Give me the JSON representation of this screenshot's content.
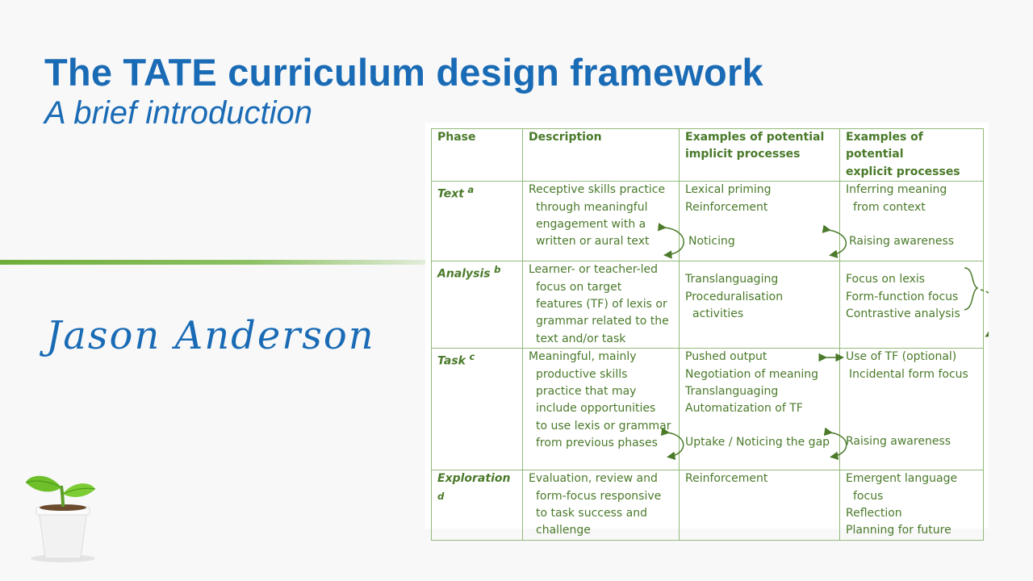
{
  "slide": {
    "title": "The TATE curriculum design framework",
    "subtitle": "A brief introduction",
    "author": "Jason Anderson"
  },
  "table": {
    "headers": {
      "phase": "Phase",
      "description": "Description",
      "implicit_line1": "Examples of potential",
      "implicit_line2": "implicit processes",
      "explicit_line1": "Examples of potential",
      "explicit_line2": "explicit processes"
    },
    "rows": [
      {
        "phase": "Text",
        "sup": "a",
        "description": [
          "Receptive skills practice",
          "through meaningful",
          "engagement with a",
          "written or aural text"
        ],
        "implicit": [
          "Lexical priming",
          "Reinforcement"
        ],
        "explicit": [
          "Inferring meaning",
          "from context"
        ]
      },
      {
        "phase": "Analysis",
        "sup": "b",
        "description": [
          "Learner- or teacher-led",
          "focus on target",
          "features (TF) of lexis or",
          "grammar related to the",
          "text and/or task"
        ],
        "implicit": [
          "Translanguaging",
          "Proceduralisation",
          "activities"
        ],
        "explicit": [
          "Focus on lexis",
          "Form-function focus",
          "Contrastive analysis"
        ]
      },
      {
        "phase": "Task",
        "sup": "c",
        "description": [
          "Meaningful, mainly",
          "productive skills",
          "practice that may",
          "include opportunities",
          "to use lexis or grammar",
          "from previous phases"
        ],
        "implicit": [
          "Pushed output",
          "Negotiation of meaning",
          "Translanguaging",
          "Automatization of TF"
        ],
        "explicit": [
          "Use of TF (optional)",
          "Incidental form focus"
        ]
      },
      {
        "phase": "Exploration",
        "sup": "d",
        "description": [
          "Evaluation, review and",
          "form-focus responsive",
          "to task success and",
          "challenge"
        ],
        "implicit": [
          "Reinforcement"
        ],
        "explicit": [
          "Emergent language",
          "focus",
          "Reflection",
          "Planning for future"
        ]
      }
    ],
    "transitions": {
      "text_analysis_implicit": "Noticing",
      "text_analysis_explicit": "Raising awareness",
      "task_exploration_implicit": "Uptake / Noticing the gap",
      "task_exploration_explicit": "Raising awareness"
    }
  },
  "colors": {
    "title": "#1a6bb5",
    "table_text": "#4a7a2a",
    "table_border": "#92b978",
    "divider": "#6fae3a"
  }
}
